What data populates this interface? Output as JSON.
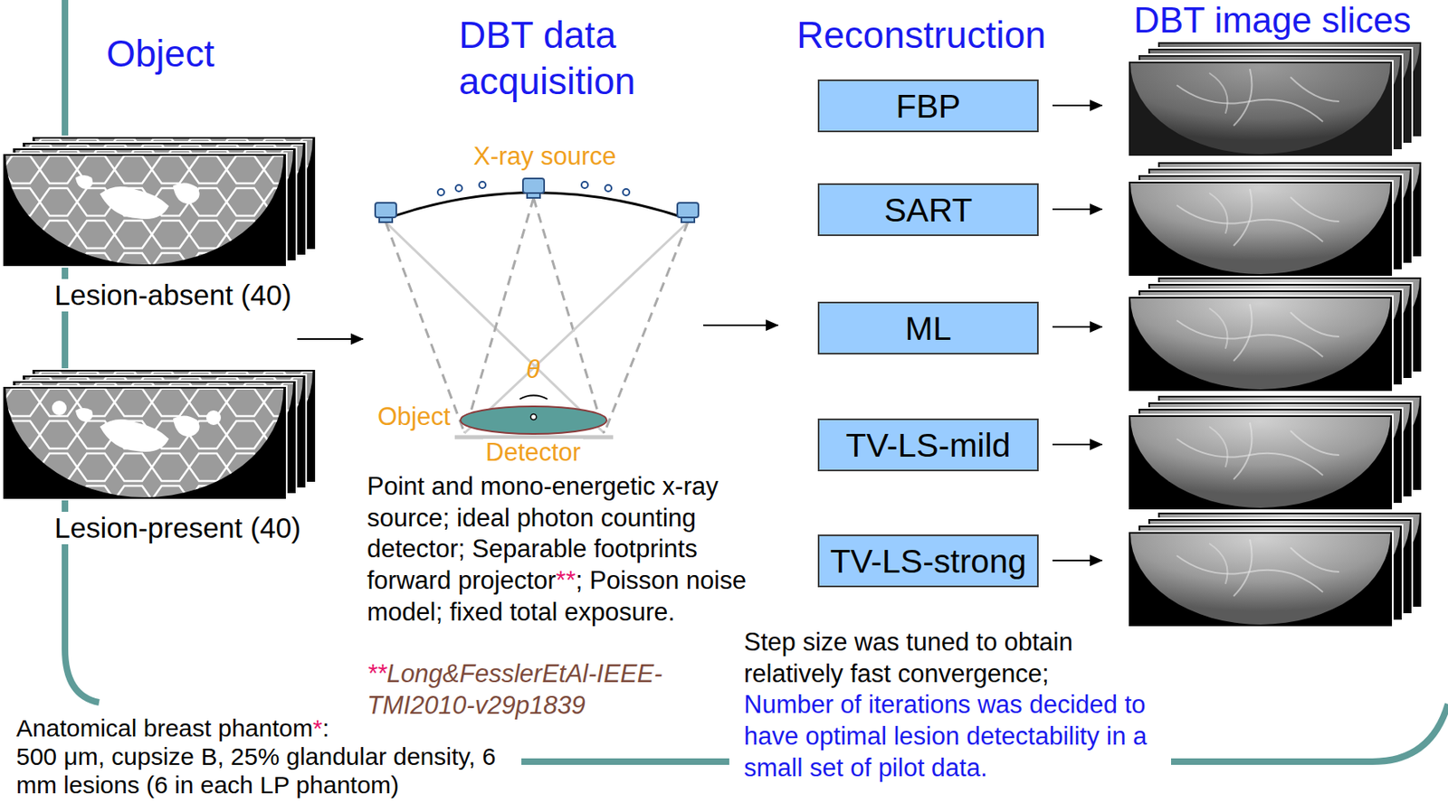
{
  "diagram": {
    "nodes": [
      {
        "text": [
          "FBP"
        ]
      },
      {
        "text": [
          "SART"
        ]
      },
      {
        "text": [
          "ML"
        ]
      },
      {
        "text": [
          "TV-LS-mild"
        ]
      },
      {
        "text": [
          "TV-LS-strong"
        ]
      }
    ],
    "labels": [
      "Object",
      "DBT data acquisition",
      "Reconstruction",
      "DBT image slices",
      "Lesion-absent (40)",
      "Lesion-present (40)",
      "X-ray source",
      "θ",
      "Object",
      "Detector",
      "Point and mono-energetic x-ray source; ideal photon counting detector; Separable footprints forward projector",
      "**",
      "; Poisson noise model; fixed total exposure.",
      "**",
      "Long&FesslerEtAl-IEEE-TMI2010-v29p1839",
      "Anatomical breast phantom",
      "*",
      ":",
      "500 μm, cupsize B, 25% glandular density, 6 mm lesions (6 in each LP phantom)",
      "Step size was tuned to obtain relatively fast convergence;",
      "Number of iterations was decided to have optimal lesion detectability in a small set of pilot data."
    ]
  }
}
